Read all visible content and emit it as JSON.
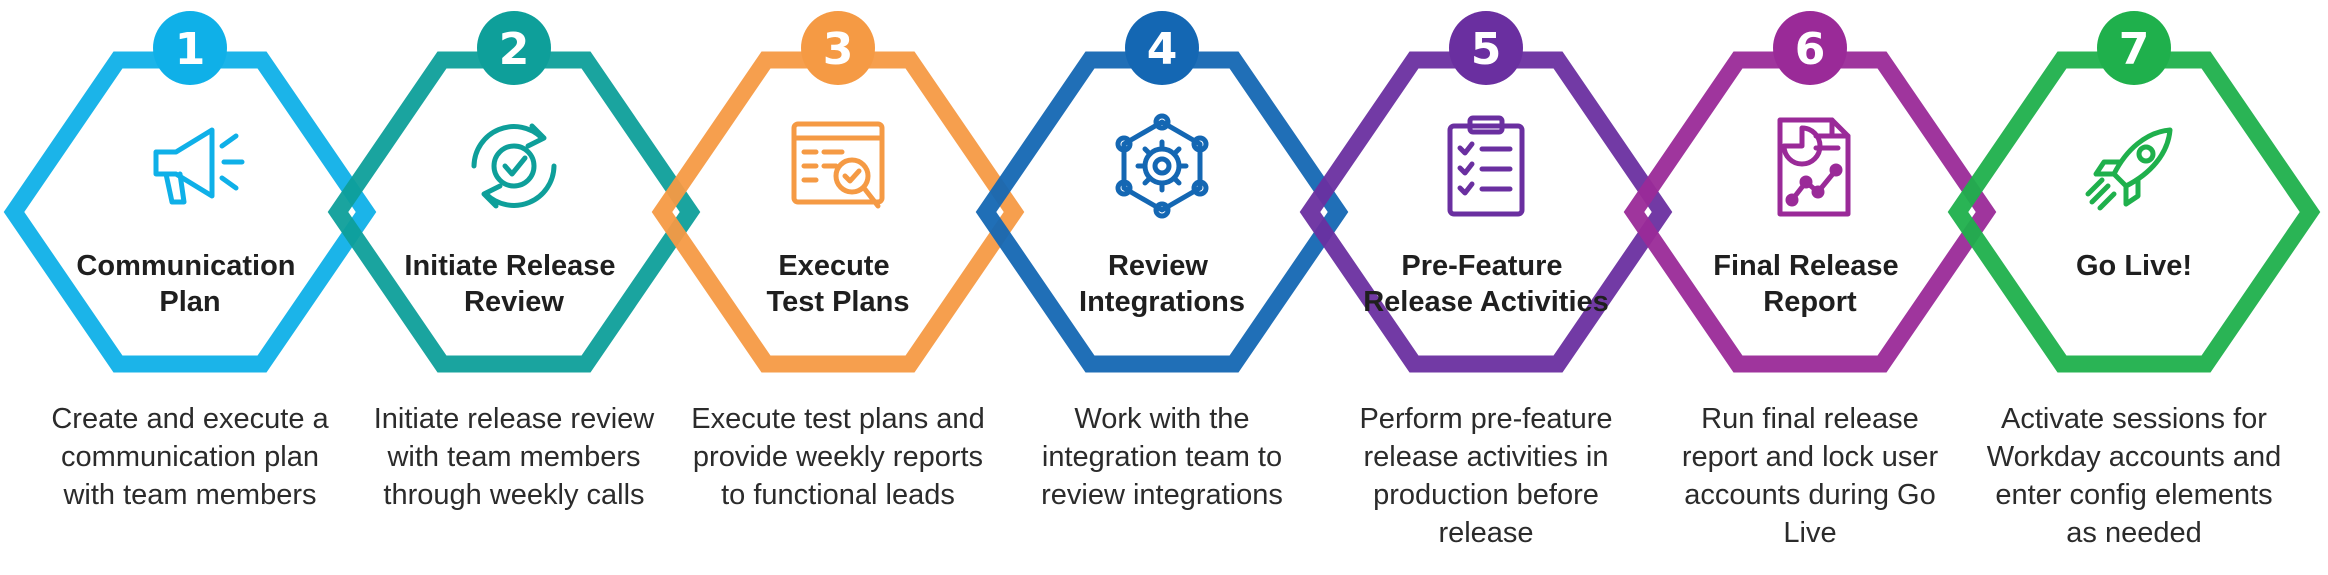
{
  "steps": [
    {
      "number": "1",
      "title_lines": [
        "Communication",
        "Plan"
      ],
      "description": "Create and execute a communication plan with team members",
      "color": "#0fb0e8",
      "icon": "megaphone-icon"
    },
    {
      "number": "2",
      "title_lines": [
        "Initiate Release",
        "Review"
      ],
      "description": "Initiate release review with team members through weekly calls",
      "color": "#0e9f9a",
      "icon": "refresh-check-icon"
    },
    {
      "number": "3",
      "title_lines": [
        "Execute",
        "Test Plans"
      ],
      "description": "Execute test plans and provide weekly reports to functional leads",
      "color": "#f59a44",
      "icon": "test-plan-magnifier-icon"
    },
    {
      "number": "4",
      "title_lines": [
        "Review",
        "Integrations"
      ],
      "description": "Work with the integration team to review integrations",
      "color": "#1467b3",
      "icon": "gear-network-icon"
    },
    {
      "number": "5",
      "title_lines": [
        "Pre-Feature",
        "Release Activities"
      ],
      "description": "Perform pre-feature release activities in production before release",
      "color": "#6a2fa0",
      "icon": "clipboard-checklist-icon"
    },
    {
      "number": "6",
      "title_lines": [
        "Final Release",
        "Report"
      ],
      "description": "Run final release report and lock user accounts during Go Live",
      "color": "#9a2a98",
      "icon": "report-chart-icon"
    },
    {
      "number": "7",
      "title_lines": [
        "Go Live!"
      ],
      "description": "Activate sessions for Workday accounts and enter config elements as needed",
      "color": "#1fb04c",
      "icon": "rocket-icon"
    }
  ]
}
